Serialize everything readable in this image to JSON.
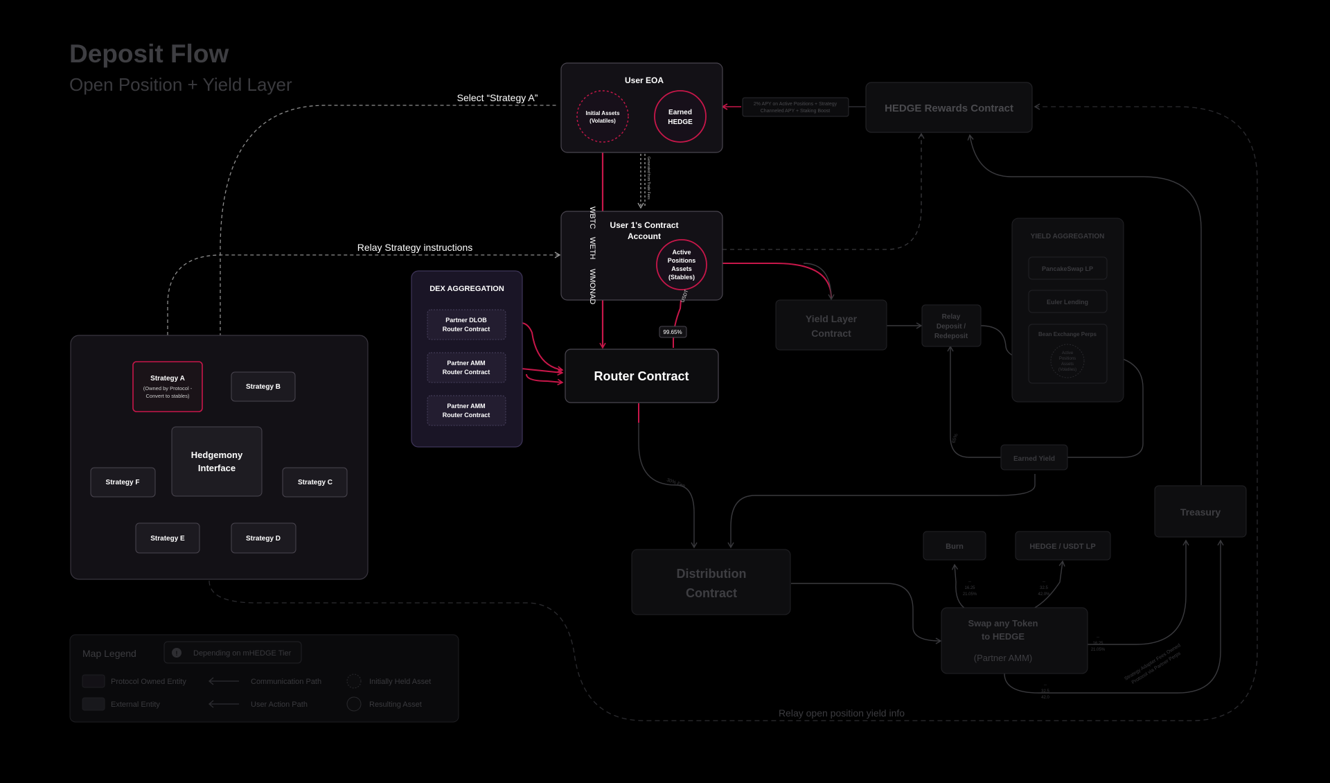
{
  "colors": {
    "background": "#000000",
    "accent": "#c8174a",
    "box_fill": "#131116",
    "box_stroke": "#4a4650",
    "dim_fill": "#0e0e10",
    "dim_stroke": "#2a2a2e",
    "dex_fill": "#1a1526",
    "dex_stroke": "#3f365a"
  },
  "header": {
    "title": "Deposit Flow",
    "subtitle": "Open Position + Yield Layer"
  },
  "user_eoa": {
    "title": "User EOA",
    "initial_assets": [
      "Initial Assets",
      "(Volatiles)"
    ],
    "earned": [
      "Earned",
      "HEDGE"
    ],
    "vertical_note": "Generated from Trade Fees"
  },
  "contract_account": {
    "title": [
      "User 1's Contract",
      "Account"
    ],
    "active_assets": [
      "Active",
      "Positions",
      "Assets",
      "(Stables)"
    ],
    "tokens": [
      "WBTC",
      "WETH",
      "WMONAD"
    ],
    "usdt_label": "USDT",
    "pct_label": "99.65%"
  },
  "rewards": {
    "title": "HEDGE Rewards Contract",
    "apy_note": [
      "2% APY on Active Positions + Strategy",
      "Channeled APY + Staking Boost"
    ]
  },
  "annotations": {
    "select_strategy": "Select “Strategy A”",
    "relay_instructions": "Relay Strategy instructions",
    "relay_yield_info": "Relay open position yield info",
    "fee_label": "30% Fee",
    "yield_pct": "65%"
  },
  "dex": {
    "title": "DEX AGGREGATION",
    "items": [
      [
        "Partner DLOB",
        "Router Contract"
      ],
      [
        "Partner AMM",
        "Router Contract"
      ],
      [
        "Partner AMM",
        "Router Contract"
      ]
    ]
  },
  "router": {
    "title": "Router Contract"
  },
  "hub": {
    "center": [
      "Hedgemony",
      "Interface"
    ],
    "strategy_a": {
      "title": "Strategy A",
      "sub": [
        "(Owned by Protocol -",
        "Convert to stables)"
      ]
    },
    "strategies": [
      "Strategy B",
      "Strategy C",
      "Strategy D",
      "Strategy E",
      "Strategy F"
    ]
  },
  "yield_layer": {
    "title": [
      "Yield Layer",
      "Contract"
    ],
    "relay": [
      "Relay",
      "Deposit /",
      "Redeposit"
    ],
    "aggregation_title": "YIELD AGGREGATION",
    "items": [
      "PancakeSwap LP",
      "Euler Lending"
    ],
    "perps_title": "Bean Exchange Perps",
    "perps_asset": [
      "Active",
      "Positions",
      "Assets",
      "(Volatiles)"
    ],
    "earned_yield": "Earned Yield"
  },
  "distribution": {
    "title": [
      "Distribution",
      "Contract"
    ],
    "swap": [
      "Swap any Token",
      "to HEDGE"
    ],
    "swap_sub": "(Partner AMM)",
    "burn": "Burn",
    "lp": "HEDGE / USDT LP",
    "treasury": "Treasury",
    "split_burn": [
      "--",
      "16.25",
      "21.05%"
    ],
    "split_lp": [
      "--",
      "32.5",
      "42.0%"
    ],
    "split_treasury": [
      "--",
      "16.25",
      "21.05%"
    ],
    "split_bottom": [
      "--",
      "32.5",
      "42.0"
    ],
    "treasury_note": [
      "Strategy Adapter Fees Owned",
      "Protocol via Partner Perps"
    ]
  },
  "legend": {
    "title": "Map Legend",
    "tier_note": "Depending on mHEDGE Tier",
    "items": [
      "Protocol Owned Entity",
      "Communication Path",
      "Initially Held Asset",
      "External Entity",
      "User Action Path",
      "Resulting Asset"
    ]
  }
}
